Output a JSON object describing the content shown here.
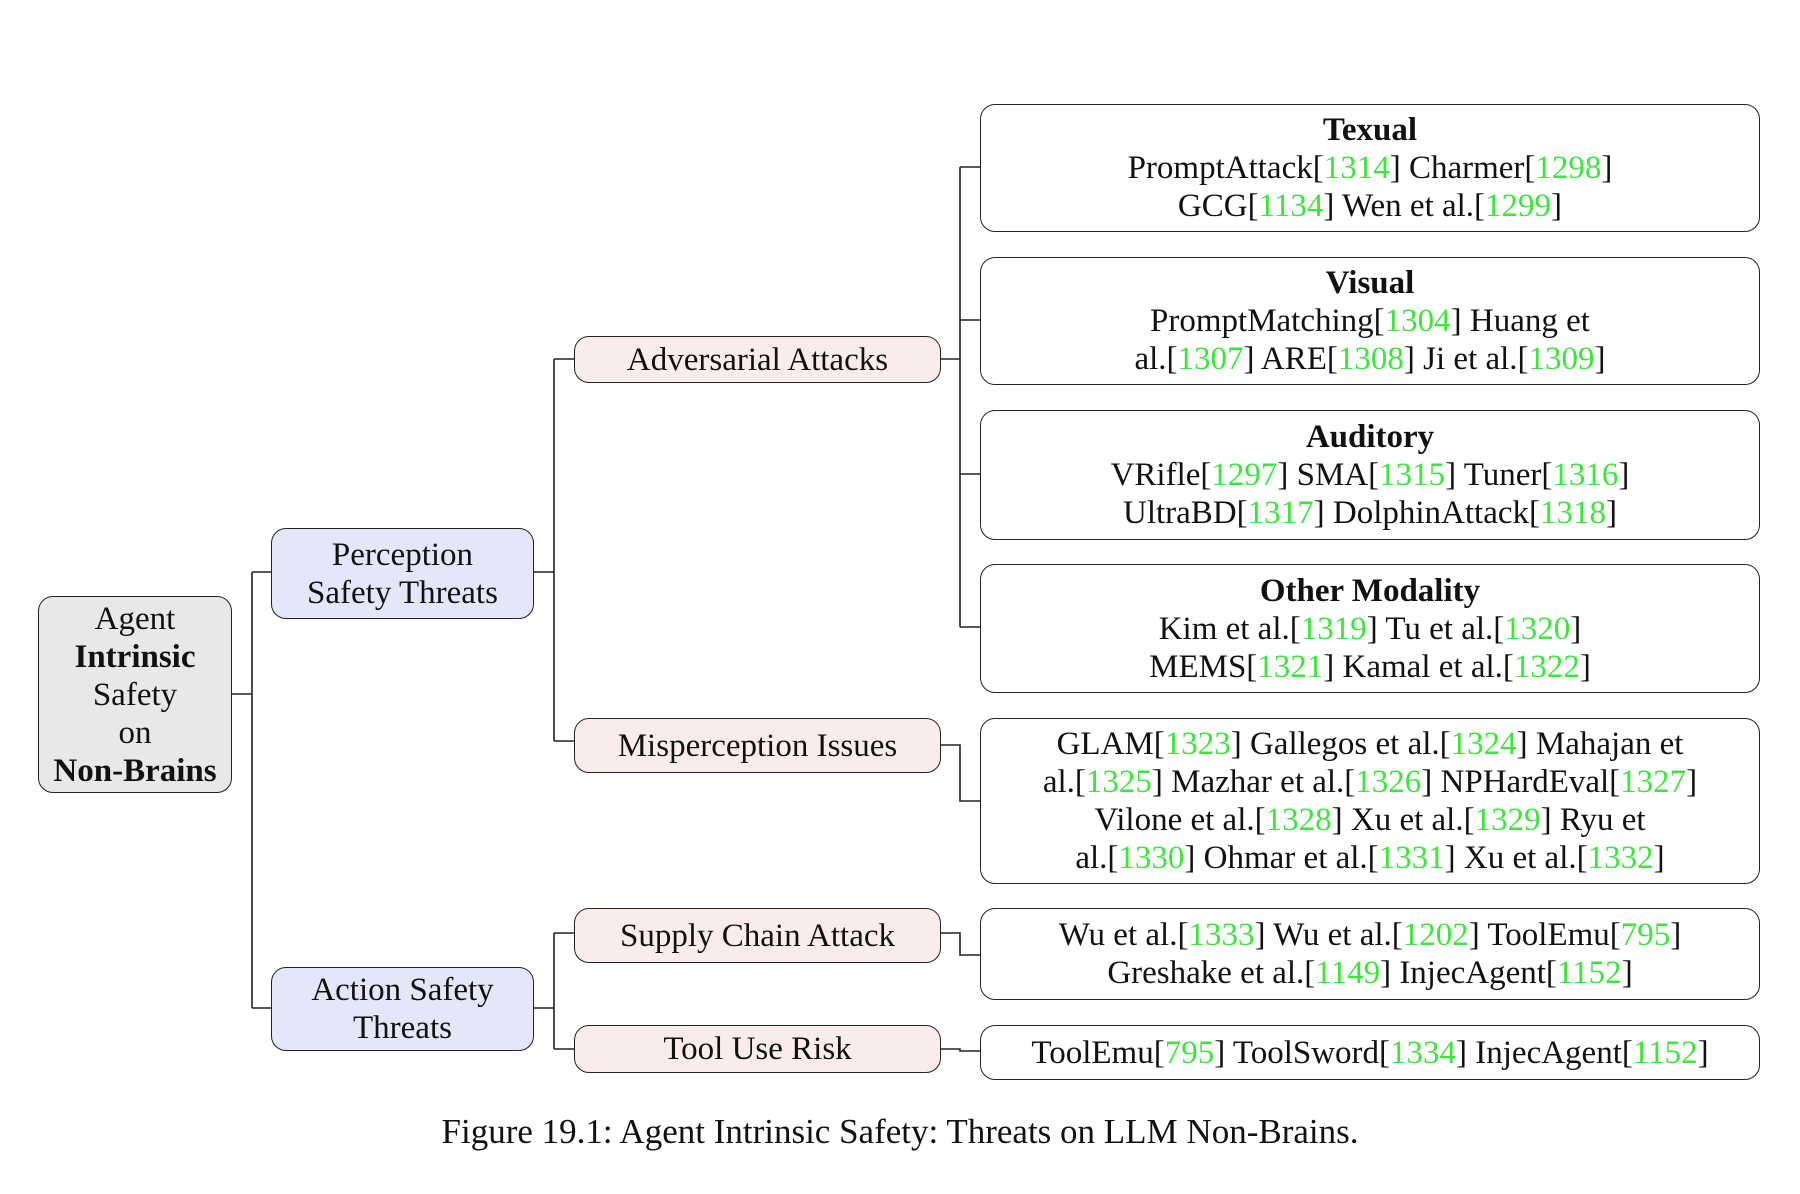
{
  "root": {
    "lines": [
      {
        "text": "Agent",
        "bold": false
      },
      {
        "text": "Intrinsic",
        "bold": true
      },
      {
        "text": "Safety",
        "bold": false
      },
      {
        "text": "on",
        "bold": false
      },
      {
        "text": "Non-Brains",
        "bold": true
      }
    ]
  },
  "level1": [
    {
      "label_lines": [
        "Perception",
        "Safety Threats"
      ]
    },
    {
      "label_lines": [
        "Action Safety",
        "Threats"
      ]
    }
  ],
  "level2": [
    {
      "label": "Adversarial Attacks"
    },
    {
      "label": "Misperception Issues"
    },
    {
      "label": "Supply Chain Attack"
    },
    {
      "label": "Tool Use Risk"
    }
  ],
  "leaves": [
    {
      "heading": "Texual",
      "lines": [
        [
          {
            "t": "PromptAttack["
          },
          {
            "c": "1314"
          },
          {
            "t": "] Charmer["
          },
          {
            "c": "1298"
          },
          {
            "t": "]"
          }
        ],
        [
          {
            "t": "GCG["
          },
          {
            "c": "1134"
          },
          {
            "t": "] Wen et al.["
          },
          {
            "c": "1299"
          },
          {
            "t": "]"
          }
        ]
      ]
    },
    {
      "heading": "Visual",
      "lines": [
        [
          {
            "t": "PromptMatching["
          },
          {
            "c": "1304"
          },
          {
            "t": "] Huang et"
          }
        ],
        [
          {
            "t": "al.["
          },
          {
            "c": "1307"
          },
          {
            "t": "] ARE["
          },
          {
            "c": "1308"
          },
          {
            "t": "] Ji et al.["
          },
          {
            "c": "1309"
          },
          {
            "t": "]"
          }
        ]
      ]
    },
    {
      "heading": "Auditory",
      "lines": [
        [
          {
            "t": "VRifle["
          },
          {
            "c": "1297"
          },
          {
            "t": "] SMA["
          },
          {
            "c": "1315"
          },
          {
            "t": "] Tuner["
          },
          {
            "c": "1316"
          },
          {
            "t": "]"
          }
        ],
        [
          {
            "t": "UltraBD["
          },
          {
            "c": "1317"
          },
          {
            "t": "] DolphinAttack["
          },
          {
            "c": "1318"
          },
          {
            "t": "]"
          }
        ]
      ]
    },
    {
      "heading": "Other Modality",
      "lines": [
        [
          {
            "t": "Kim et al.["
          },
          {
            "c": "1319"
          },
          {
            "t": "] Tu et al.["
          },
          {
            "c": "1320"
          },
          {
            "t": "]"
          }
        ],
        [
          {
            "t": "MEMS["
          },
          {
            "c": "1321"
          },
          {
            "t": "] Kamal et al.["
          },
          {
            "c": "1322"
          },
          {
            "t": "]"
          }
        ]
      ]
    },
    {
      "heading": "",
      "lines": [
        [
          {
            "t": "GLAM["
          },
          {
            "c": "1323"
          },
          {
            "t": "] Gallegos et al.["
          },
          {
            "c": "1324"
          },
          {
            "t": "] Mahajan et"
          }
        ],
        [
          {
            "t": "al.["
          },
          {
            "c": "1325"
          },
          {
            "t": "] Mazhar et al.["
          },
          {
            "c": "1326"
          },
          {
            "t": "] NPHardEval["
          },
          {
            "c": "1327"
          },
          {
            "t": "]"
          }
        ],
        [
          {
            "t": "Vilone et al.["
          },
          {
            "c": "1328"
          },
          {
            "t": "] Xu et al.["
          },
          {
            "c": "1329"
          },
          {
            "t": "] Ryu et"
          }
        ],
        [
          {
            "t": "al.["
          },
          {
            "c": "1330"
          },
          {
            "t": "] Ohmar et al.["
          },
          {
            "c": "1331"
          },
          {
            "t": "] Xu et al.["
          },
          {
            "c": "1332"
          },
          {
            "t": "]"
          }
        ]
      ]
    },
    {
      "heading": "",
      "lines": [
        [
          {
            "t": "Wu et al.["
          },
          {
            "c": "1333"
          },
          {
            "t": "] Wu et al.["
          },
          {
            "c": "1202"
          },
          {
            "t": "] ToolEmu["
          },
          {
            "c": "795"
          },
          {
            "t": "]"
          }
        ],
        [
          {
            "t": "Greshake et al.["
          },
          {
            "c": "1149"
          },
          {
            "t": "] InjecAgent["
          },
          {
            "c": "1152"
          },
          {
            "t": "]"
          }
        ]
      ]
    },
    {
      "heading": "",
      "lines": [
        [
          {
            "t": "ToolEmu["
          },
          {
            "c": "795"
          },
          {
            "t": "] ToolSword["
          },
          {
            "c": "1334"
          },
          {
            "t": "] InjecAgent["
          },
          {
            "c": "1152"
          },
          {
            "t": "]"
          }
        ]
      ]
    }
  ],
  "caption": "Figure 19.1: Agent Intrinsic Safety: Threats on LLM Non-Brains.",
  "colors": {
    "root_fill": "#e8e8e8",
    "level1_fill": "#e6e6fb",
    "level2_fill": "#fbecec",
    "citation": "#3ce63c",
    "border": "#222222"
  }
}
